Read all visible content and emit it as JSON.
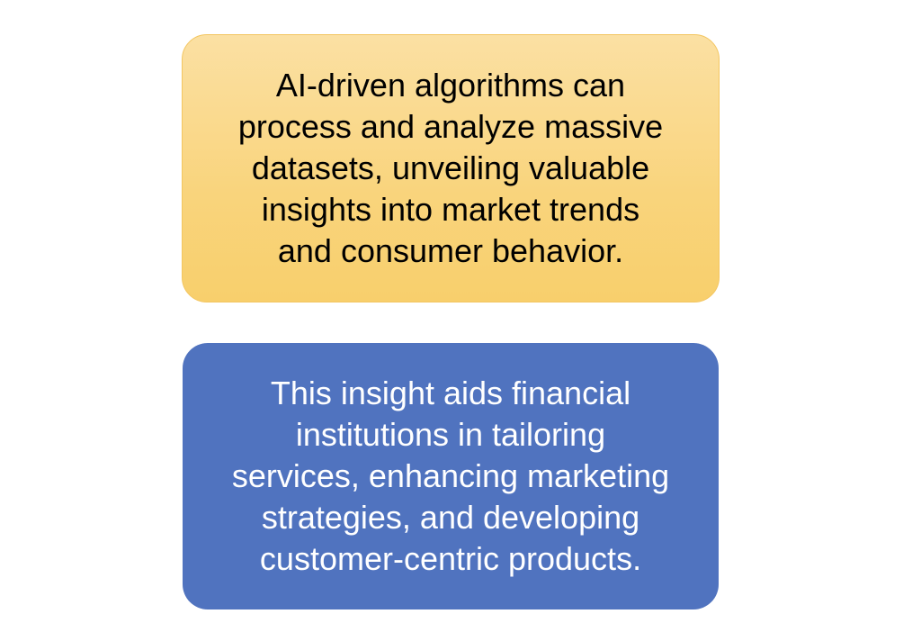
{
  "boxes": [
    {
      "id": "top",
      "fill": "#f9d47c",
      "text_color": "#000000",
      "lines": [
        "AI-driven algorithms can",
        "process and analyze massive",
        "datasets, unveiling valuable",
        "insights into market trends",
        "and consumer behavior."
      ]
    },
    {
      "id": "bottom",
      "fill": "#5073bf",
      "text_color": "#ffffff",
      "lines": [
        "This insight aids financial",
        "institutions in tailoring",
        "services, enhancing marketing",
        "strategies, and developing",
        "customer-centric products."
      ]
    }
  ]
}
